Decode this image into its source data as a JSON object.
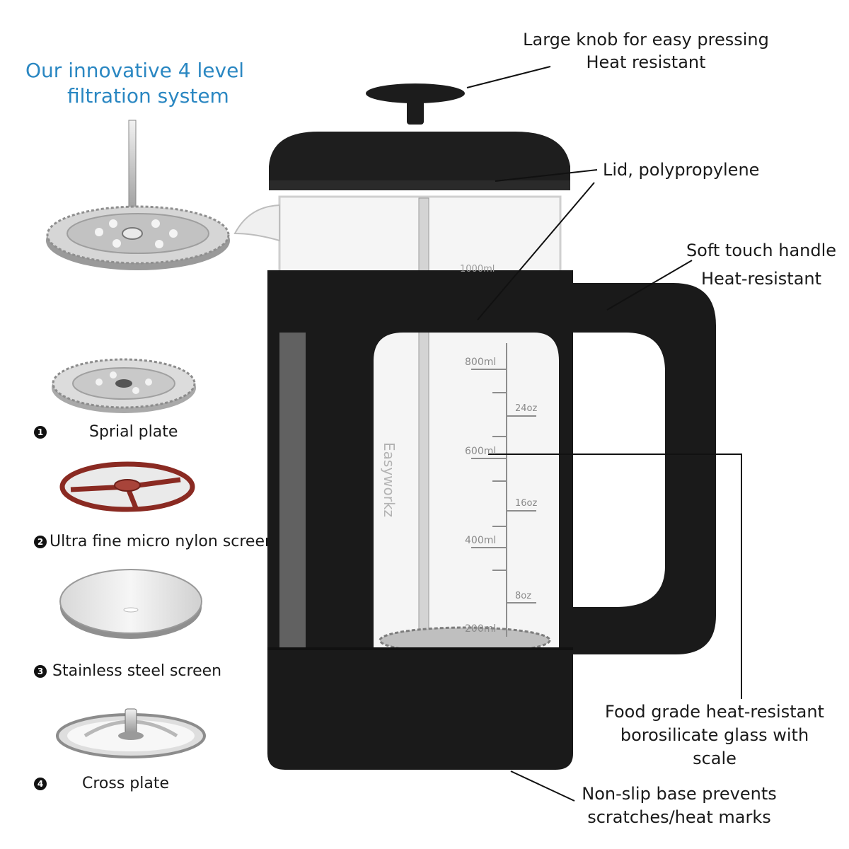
{
  "title": {
    "line1": "Our innovative 4 level",
    "line2": "filtration system"
  },
  "components": [
    {
      "badge": "1",
      "label": "Sprial plate"
    },
    {
      "badge": "2",
      "label": "Ultra fine micro nylon screen"
    },
    {
      "badge": "3",
      "label": "Stainless steel screen"
    },
    {
      "badge": "4",
      "label": "Cross plate"
    }
  ],
  "callouts": {
    "knob": {
      "line1": "Large knob for easy pressing",
      "line2": "Heat resistant"
    },
    "lid": {
      "line1": "Lid, polypropylene"
    },
    "handle": {
      "line1": "Soft touch handle",
      "line2": "Heat-resistant"
    },
    "glass": {
      "line1": "Food grade heat-resistant",
      "line2": "borosilicate glass with",
      "line3": "scale"
    },
    "base": {
      "line1": "Non-slip base prevents",
      "line2": "scratches/heat marks"
    }
  },
  "scale": {
    "ml": [
      "1000ml",
      "800ml",
      "600ml",
      "400ml",
      "200ml"
    ],
    "oz": [
      "24oz",
      "16oz",
      "8oz"
    ],
    "brand": "Easyworkz"
  },
  "colors": {
    "title": "#2a87c2",
    "body": "#111111",
    "nylon": "#8a2a22",
    "steel": "#c8c8c8"
  }
}
